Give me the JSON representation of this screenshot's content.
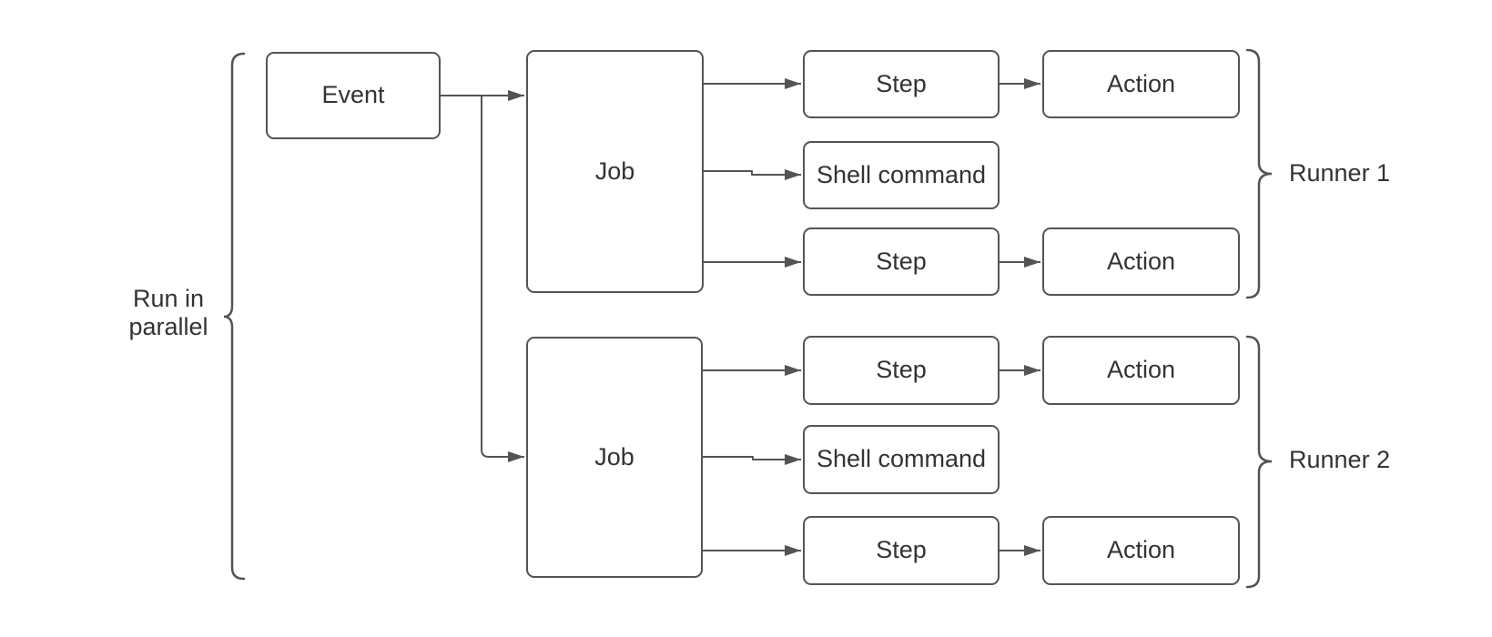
{
  "colors": {
    "background": "#ffffff",
    "stroke": "#545454",
    "text": "#333333"
  },
  "annotations": {
    "parallel_label": "Run in\nparallel",
    "runner1_label": "Runner 1",
    "runner2_label": "Runner 2"
  },
  "nodes": {
    "event": {
      "label": "Event"
    },
    "job1": {
      "label": "Job"
    },
    "job2": {
      "label": "Job"
    },
    "job1_step1": {
      "label": "Step"
    },
    "job1_shell": {
      "label": "Shell command"
    },
    "job1_step2": {
      "label": "Step"
    },
    "job1_action1": {
      "label": "Action"
    },
    "job1_action2": {
      "label": "Action"
    },
    "job2_step1": {
      "label": "Step"
    },
    "job2_shell": {
      "label": "Shell command"
    },
    "job2_step2": {
      "label": "Step"
    },
    "job2_action1": {
      "label": "Action"
    },
    "job2_action2": {
      "label": "Action"
    }
  }
}
